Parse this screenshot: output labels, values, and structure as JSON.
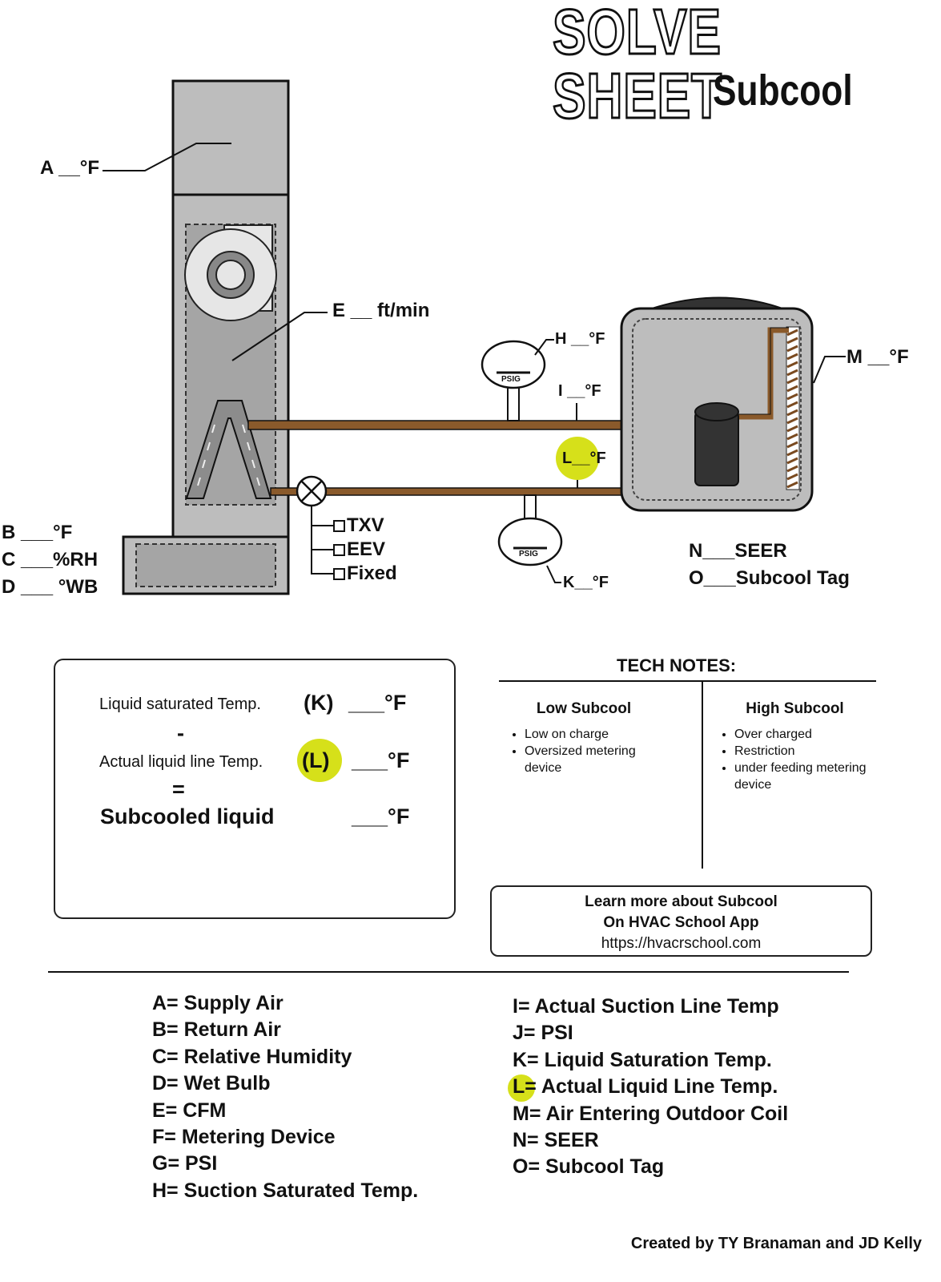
{
  "title": "SOLVE SHEET",
  "subtitle": "Subcool",
  "labels": {
    "a": "A __°F",
    "e": "E __ ft/min",
    "h": "H __°F",
    "i": "I __°F",
    "l": "L__°F",
    "m": "M __°F",
    "k": "K__°F",
    "b": "B ___°F",
    "c": "C ___%RH",
    "d": "D ___ °WB",
    "n": "N___SEER",
    "o": "O___Subcool Tag",
    "gauge_unit": "PSIG"
  },
  "metering_options": [
    "TXV",
    "EEV",
    "Fixed"
  ],
  "calc": {
    "row1_label": "Liquid saturated Temp.",
    "row1_code": "(K)",
    "row1_blank": "___°F",
    "minus": "-",
    "row2_label": "Actual liquid line Temp.",
    "row2_code": "(L)",
    "row2_blank": "___°F",
    "equals": "=",
    "row3_label": "Subcooled liquid",
    "row3_blank": "___°F"
  },
  "tech_notes": {
    "title": "TECH NOTES:",
    "low": {
      "heading": "Low Subcool",
      "items": [
        "Low on charge",
        "Oversized metering device"
      ]
    },
    "high": {
      "heading": "High Subcool",
      "items": [
        "Over charged",
        "Restriction",
        "under feeding metering device"
      ]
    }
  },
  "learn_more": {
    "line1": "Learn more about Subcool",
    "line2": "On HVAC School App",
    "url": "https://hvacrschool.com"
  },
  "legend_left": [
    "A= Supply Air",
    "B= Return Air",
    "C= Relative Humidity",
    "D= Wet Bulb",
    "E= CFM",
    "F= Metering Device",
    "G= PSI",
    "H= Suction Saturated Temp."
  ],
  "legend_right": [
    "I= Actual Suction Line Temp",
    "J= PSI",
    "K= Liquid Saturation Temp.",
    "L= Actual Liquid Line Temp.",
    "M= Air Entering Outdoor Coil",
    "N= SEER",
    "O= Subcool Tag"
  ],
  "credit": "Created by TY Branaman and JD Kelly",
  "colors": {
    "highlight": "#d6e01a",
    "copper": "#8a5a2b",
    "unit_gray": "#bdbdbd",
    "dark": "#333333"
  }
}
